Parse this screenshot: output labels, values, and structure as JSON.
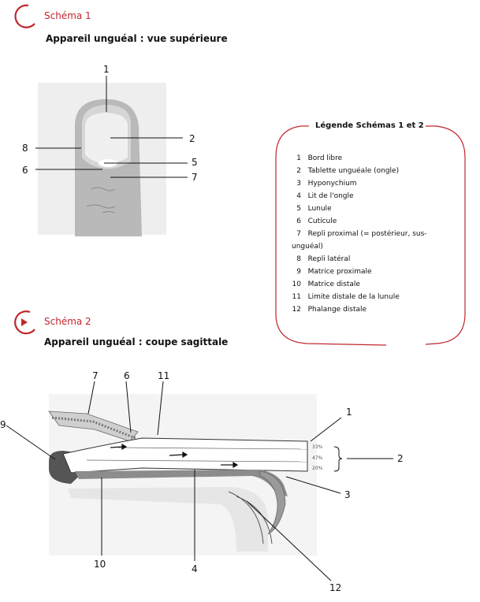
{
  "schema1": {
    "title": "Schéma 1",
    "subtitle": "Appareil unguéal : vue supérieure",
    "labels": [
      "1",
      "2",
      "5",
      "6",
      "7",
      "8"
    ]
  },
  "schema2": {
    "title": "Schéma 2",
    "subtitle": "Appareil unguéal : coupe sagittale",
    "labels": [
      "1",
      "2",
      "3",
      "4",
      "6",
      "7",
      "9",
      "10",
      "11",
      "12"
    ],
    "percentages": [
      "33%",
      "47%",
      "20%"
    ]
  },
  "legend": {
    "title": "Légende Schémas 1 et 2",
    "items": [
      {
        "num": "1",
        "text": "Bord libre"
      },
      {
        "num": "2",
        "text": "Tablette unguéale (ongle)"
      },
      {
        "num": "3",
        "text": "Hyponychium"
      },
      {
        "num": "4",
        "text": "Lit de l'ongle"
      },
      {
        "num": "5",
        "text": "Lunule"
      },
      {
        "num": "6",
        "text": "Cuticule"
      },
      {
        "num": "7",
        "text": "Repli  proximal (= postérieur, sus-"
      },
      {
        "num": "",
        "text": "unguéal)"
      },
      {
        "num": "8",
        "text": "Repli latéral"
      },
      {
        "num": "9",
        "text": "Matrice proximale"
      },
      {
        "num": "10",
        "text": "Matrice distale"
      },
      {
        "num": "11",
        "text": "Limite distale de la lunule"
      },
      {
        "num": "12",
        "text": "Phalange distale"
      }
    ]
  },
  "colors": {
    "accent": "#c0272d"
  },
  "icons": {
    "schema1": "circle-arc-icon",
    "schema2": "play-circle-icon"
  }
}
